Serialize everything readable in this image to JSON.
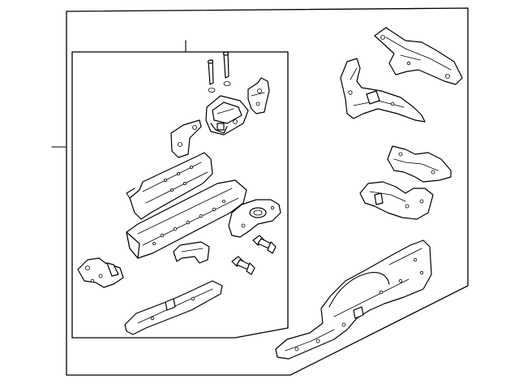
{
  "diagram": {
    "parts": [
      {
        "icon": "assembly-frame"
      },
      {
        "icon": "inner-box-frame"
      },
      {
        "icon": "mount-studs"
      },
      {
        "icon": "upper-mount-bracket"
      },
      {
        "icon": "mount-block"
      },
      {
        "icon": "small-bracket"
      },
      {
        "icon": "rail-section-upper"
      },
      {
        "icon": "main-frame-rail"
      },
      {
        "icon": "shock-tower-reinforcement"
      },
      {
        "icon": "rail-clip"
      },
      {
        "icon": "bolt"
      },
      {
        "icon": "bolt"
      },
      {
        "icon": "side-bracket"
      },
      {
        "icon": "lower-rail-extension"
      },
      {
        "icon": "upper-right-brace"
      },
      {
        "icon": "apron-support-bracket"
      },
      {
        "icon": "mid-bracket"
      },
      {
        "icon": "reinforcement-channel"
      },
      {
        "icon": "wheelhouse-apron-panel"
      }
    ]
  }
}
